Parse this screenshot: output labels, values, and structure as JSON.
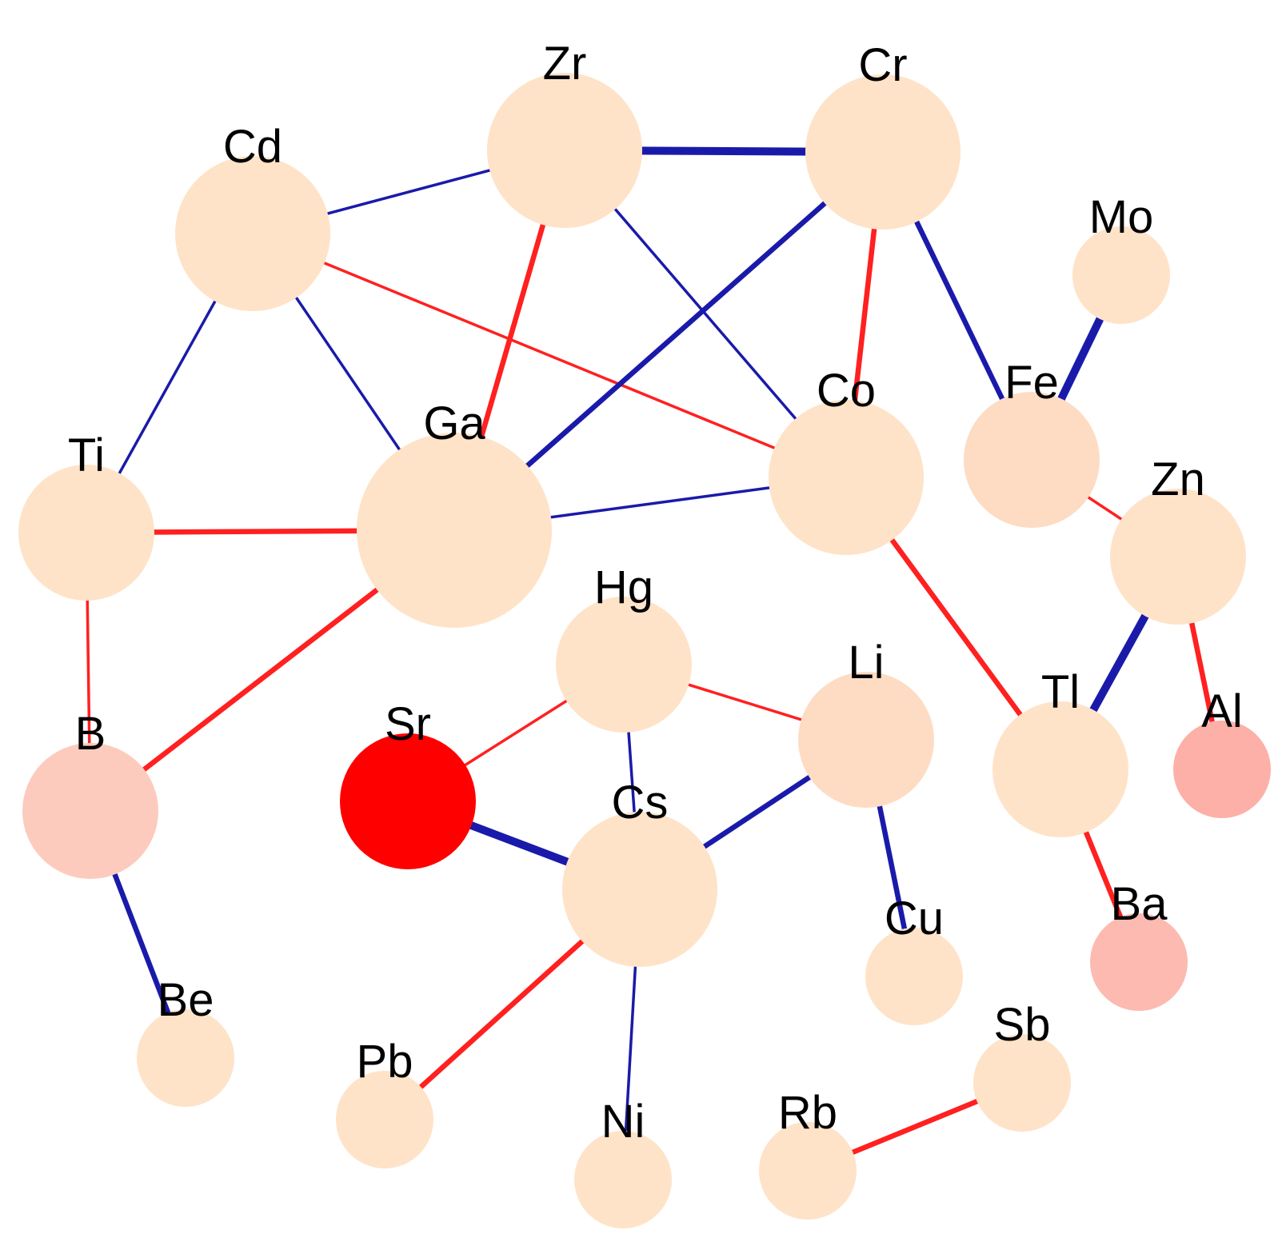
{
  "colors": {
    "positive_edge": "#ff2020",
    "negative_edge": "#1a1aaa"
  },
  "nodes": [
    {
      "id": "Zr",
      "label": "Zr",
      "size": "large",
      "fill": "#fee3c8"
    },
    {
      "id": "Cr",
      "label": "Cr",
      "size": "large",
      "fill": "#fee3c8"
    },
    {
      "id": "Cd",
      "label": "Cd",
      "size": "large",
      "fill": "#fee3c8"
    },
    {
      "id": "Mo",
      "label": "Mo",
      "size": "small",
      "fill": "#fee3c8"
    },
    {
      "id": "Co",
      "label": "Co",
      "size": "large",
      "fill": "#fee3c8"
    },
    {
      "id": "Fe",
      "label": "Fe",
      "size": "medium",
      "fill": "#fddcc3"
    },
    {
      "id": "Ga",
      "label": "Ga",
      "size": "largest",
      "fill": "#fee3c8"
    },
    {
      "id": "Ti",
      "label": "Ti",
      "size": "medium",
      "fill": "#fee3c8"
    },
    {
      "id": "Zn",
      "label": "Zn",
      "size": "medium",
      "fill": "#fee3c8"
    },
    {
      "id": "Hg",
      "label": "Hg",
      "size": "medium",
      "fill": "#fee3c8"
    },
    {
      "id": "Li",
      "label": "Li",
      "size": "medium",
      "fill": "#fddcc3"
    },
    {
      "id": "Tl",
      "label": "Tl",
      "size": "medium",
      "fill": "#fee3c8"
    },
    {
      "id": "Al",
      "label": "Al",
      "size": "small",
      "fill": "#fdb0a8"
    },
    {
      "id": "B",
      "label": "B",
      "size": "medium",
      "fill": "#fdcbbd"
    },
    {
      "id": "Sr",
      "label": "Sr",
      "size": "medium",
      "fill": "#ff0000"
    },
    {
      "id": "Cs",
      "label": "Cs",
      "size": "large",
      "fill": "#fee3c8"
    },
    {
      "id": "Cu",
      "label": "Cu",
      "size": "small",
      "fill": "#fee3c8"
    },
    {
      "id": "Ba",
      "label": "Ba",
      "size": "small",
      "fill": "#fdbab0"
    },
    {
      "id": "Be",
      "label": "Be",
      "size": "small",
      "fill": "#fee3c8"
    },
    {
      "id": "Sb",
      "label": "Sb",
      "size": "small",
      "fill": "#fee3c8"
    },
    {
      "id": "Pb",
      "label": "Pb",
      "size": "small",
      "fill": "#fee3c8"
    },
    {
      "id": "Rb",
      "label": "Rb",
      "size": "small",
      "fill": "#fee3c8"
    },
    {
      "id": "Ni",
      "label": "Ni",
      "size": "small",
      "fill": "#fee3c8"
    }
  ],
  "edges": [
    {
      "source": "Zr",
      "target": "Cr",
      "sign": "negative",
      "strength": "strong"
    },
    {
      "source": "Cd",
      "target": "Zr",
      "sign": "negative",
      "strength": "weak"
    },
    {
      "source": "Cd",
      "target": "Co",
      "sign": "positive",
      "strength": "weak"
    },
    {
      "source": "Cd",
      "target": "Ti",
      "sign": "negative",
      "strength": "weak"
    },
    {
      "source": "Cd",
      "target": "Ga",
      "sign": "negative",
      "strength": "weak"
    },
    {
      "source": "Zr",
      "target": "Ga",
      "sign": "positive",
      "strength": "medium"
    },
    {
      "source": "Zr",
      "target": "Co",
      "sign": "negative",
      "strength": "weak"
    },
    {
      "source": "Cr",
      "target": "Ga",
      "sign": "negative",
      "strength": "medium"
    },
    {
      "source": "Cr",
      "target": "Co",
      "sign": "positive",
      "strength": "medium"
    },
    {
      "source": "Cr",
      "target": "Fe",
      "sign": "negative",
      "strength": "medium"
    },
    {
      "source": "Mo",
      "target": "Fe",
      "sign": "negative",
      "strength": "strong"
    },
    {
      "source": "Fe",
      "target": "Zn",
      "sign": "positive",
      "strength": "weak"
    },
    {
      "source": "Ti",
      "target": "Ga",
      "sign": "positive",
      "strength": "medium"
    },
    {
      "source": "Ga",
      "target": "Co",
      "sign": "negative",
      "strength": "weak"
    },
    {
      "source": "Ti",
      "target": "B",
      "sign": "positive",
      "strength": "weak"
    },
    {
      "source": "Ga",
      "target": "B",
      "sign": "positive",
      "strength": "medium"
    },
    {
      "source": "Co",
      "target": "Tl",
      "sign": "positive",
      "strength": "medium"
    },
    {
      "source": "Zn",
      "target": "Tl",
      "sign": "negative",
      "strength": "strong"
    },
    {
      "source": "Zn",
      "target": "Al",
      "sign": "positive",
      "strength": "medium"
    },
    {
      "source": "Hg",
      "target": "Sr",
      "sign": "positive",
      "strength": "weak"
    },
    {
      "source": "Hg",
      "target": "Li",
      "sign": "positive",
      "strength": "weak"
    },
    {
      "source": "Hg",
      "target": "Cs",
      "sign": "negative",
      "strength": "weak"
    },
    {
      "source": "Sr",
      "target": "Cs",
      "sign": "negative",
      "strength": "strong"
    },
    {
      "source": "Li",
      "target": "Cs",
      "sign": "negative",
      "strength": "medium"
    },
    {
      "source": "Li",
      "target": "Cu",
      "sign": "negative",
      "strength": "medium"
    },
    {
      "source": "Tl",
      "target": "Ba",
      "sign": "positive",
      "strength": "medium"
    },
    {
      "source": "B",
      "target": "Be",
      "sign": "negative",
      "strength": "medium"
    },
    {
      "source": "Cs",
      "target": "Pb",
      "sign": "positive",
      "strength": "medium"
    },
    {
      "source": "Cs",
      "target": "Ni",
      "sign": "negative",
      "strength": "weak"
    },
    {
      "source": "Rb",
      "target": "Sb",
      "sign": "positive",
      "strength": "medium"
    }
  ]
}
